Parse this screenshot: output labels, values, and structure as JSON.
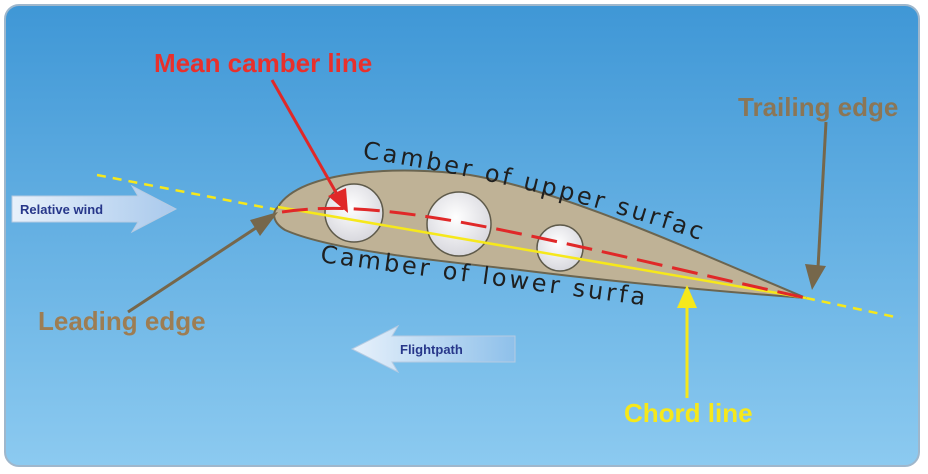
{
  "diagram": {
    "labels": {
      "mean_camber_line": "Mean camber line",
      "trailing_edge": "Trailing edge",
      "leading_edge": "Leading edge",
      "chord_line": "Chord line",
      "relative_wind": "Relative wind",
      "flightpath": "Flightpath",
      "camber_upper": "Camber of upper surface",
      "camber_lower": "Camber of lower surface"
    },
    "colors": {
      "sky_top": "#3f97d6",
      "sky_bottom": "#8ccaf0",
      "airfoil_fill": "#bfb296",
      "airfoil_stroke": "#6b6550",
      "mean_camber": "#e02828",
      "chord": "#f6e81b",
      "pointer_brown": "#76674b",
      "leading_edge_text": "#9d7d53",
      "trailing_edge_text": "#8b7656",
      "arrow_fill": "#cfe0f2",
      "arrow_text": "#27378a"
    },
    "icons": [
      "relative-wind-arrow-icon",
      "flightpath-arrow-icon"
    ]
  }
}
